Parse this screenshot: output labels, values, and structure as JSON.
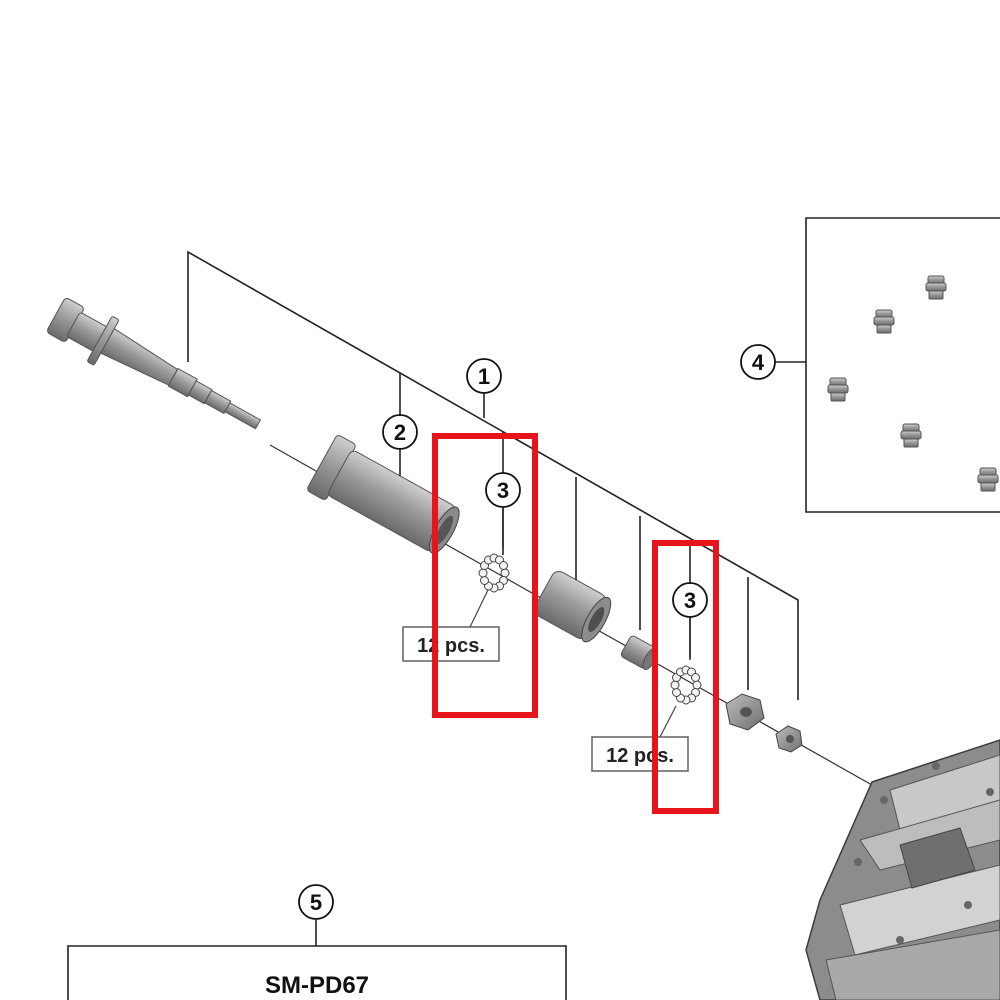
{
  "callouts": {
    "c1": "1",
    "c2": "2",
    "c3a": "3",
    "c3b": "3",
    "c4": "4",
    "c5": "5"
  },
  "qty_labels": {
    "q1": "12 pcs.",
    "q2": "12 pcs."
  },
  "tool_box": {
    "title": "SM-PD67"
  },
  "colors": {
    "highlight": "#e8141b",
    "line": "#222222",
    "part_fill": "#9a9a9a",
    "part_dark": "#6e6e6e",
    "part_light": "#c4c4c4"
  }
}
